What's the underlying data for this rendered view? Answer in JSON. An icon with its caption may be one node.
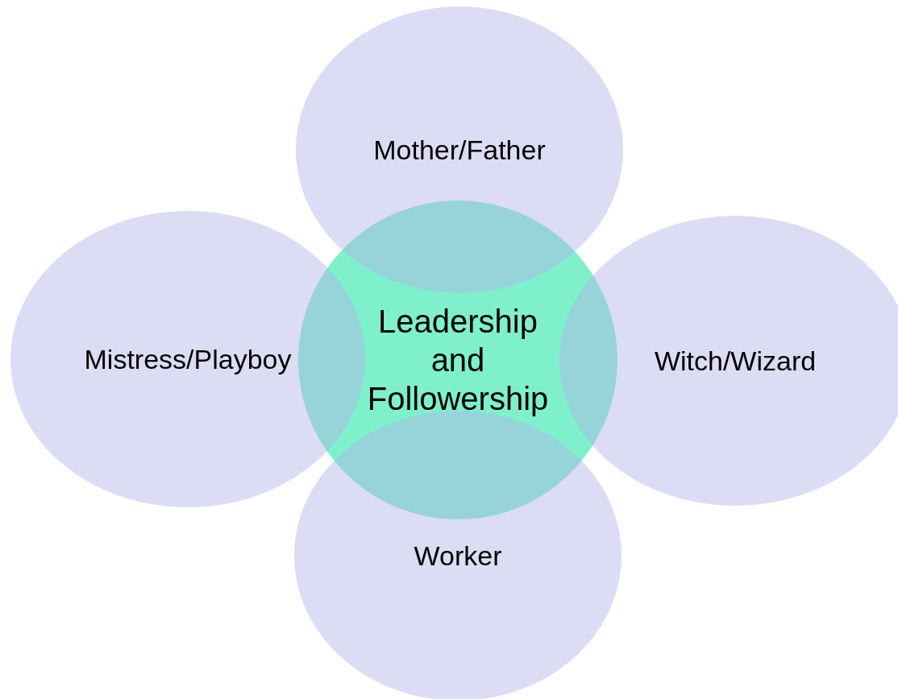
{
  "diagram": {
    "nodes": [
      {
        "text": [
          "Leadership and Followership"
        ]
      },
      {
        "text": [
          "Mother/Father"
        ]
      },
      {
        "text": [
          "Mistress/Playboy"
        ]
      },
      {
        "text": [
          "Witch/Wizard"
        ]
      },
      {
        "text": [
          "Worker"
        ]
      }
    ]
  }
}
